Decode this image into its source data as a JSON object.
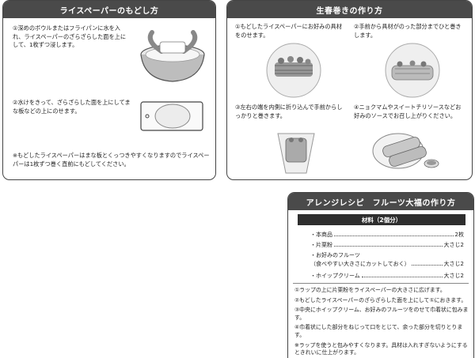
{
  "rice_paper": {
    "title": "ライスペーパーのもどし方",
    "step1": "①深めのボウルまたはフライパンに水を入れ、ライスペーパーのざらざらした面を上にして、1枚ずつ浸します。",
    "step2": "②水けをきって、ざらざらした面を上にしてまな板などの上にのせます。",
    "note": "※もどしたライスペーパーはまな板とくっつきやすくなりますのでライスペーパーは1枚ずつ巻く直前にもどしてください。"
  },
  "spring_roll": {
    "title": "生春巻きの作り方",
    "step1": "①もどしたライスペーパーにお好みの具材をのせます。",
    "step2": "②手前から具材がのった部分までひと巻きします。",
    "step3": "③左右の端を内側に折り込んで手前からしっかりと巻きます。",
    "step4": "④ニョクマムやスイートチリソースなどお好みのソースでお召し上がりください。"
  },
  "arrange": {
    "title": "アレンジレシピ　フルーツ大福の作り方",
    "materials_title": "材料（2個分）",
    "ingredients": [
      {
        "name": "・本商品",
        "amount": "2枚"
      },
      {
        "name": "・片栗粉",
        "amount": "大さじ2"
      },
      {
        "name": "・お好みのフルーツ",
        "amount": ""
      },
      {
        "name": "（食べやすい大きさにカットしておく）",
        "amount": "大さじ2"
      },
      {
        "name": "・ホイップクリーム",
        "amount": "大さじ2"
      }
    ],
    "steps": [
      "①ラップの上に片栗粉をライスペーパーの大きさに広げます。",
      "②もどしたライスペーパーのざらざらした面を上にして①におきます。",
      "③中央にホイップクリーム、お好みのフルーツをのせて巾着状に包みます。",
      "④巾着状にした部分をねじって口をとじて、余った部分を切りとります。",
      "※ラップを使うと包みやすくなります。具材は入れすぎないようにするときれいに仕上がります。"
    ]
  }
}
